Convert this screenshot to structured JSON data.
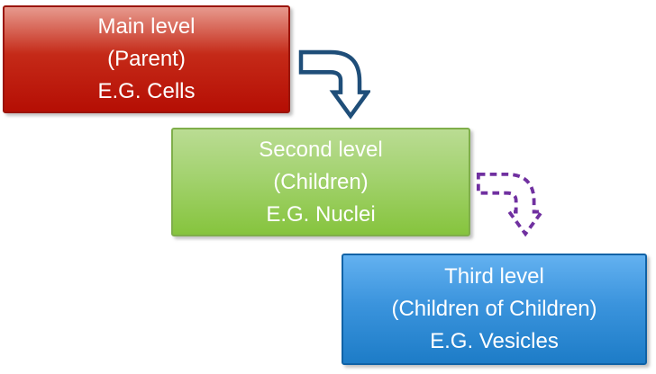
{
  "canvas": {
    "background": "#ffffff"
  },
  "nodes": [
    {
      "name": "main-level",
      "lines": [
        "Main level",
        "(Parent)",
        "E.G. Cells"
      ],
      "colors": {
        "top": "#e79a8e",
        "mid": "#c52a18",
        "bottom": "#b50e04",
        "border": "#9a1408",
        "text": "#ffffff"
      }
    },
    {
      "name": "second-level",
      "lines": [
        "Second level",
        "(Children)",
        "E.G. Nuclei"
      ],
      "colors": {
        "top": "#badc93",
        "mid": "#a3d26f",
        "bottom": "#86c43d",
        "border": "#7fae4a",
        "text": "#ffffff"
      }
    },
    {
      "name": "third-level",
      "lines": [
        "Third level",
        "(Children of Children)",
        "E.G. Vesicles"
      ],
      "colors": {
        "top": "#63b1f0",
        "mid": "#3b94dd",
        "bottom": "#1d7cc7",
        "border": "#1062a6",
        "text": "#ffffff"
      }
    }
  ],
  "arrows": [
    {
      "name": "main-to-second",
      "style": "solid",
      "color": "#1f4e79",
      "fill": "#ffffff"
    },
    {
      "name": "second-to-third",
      "style": "dashed",
      "color": "#7030a0",
      "dash": "8 5.5"
    }
  ]
}
